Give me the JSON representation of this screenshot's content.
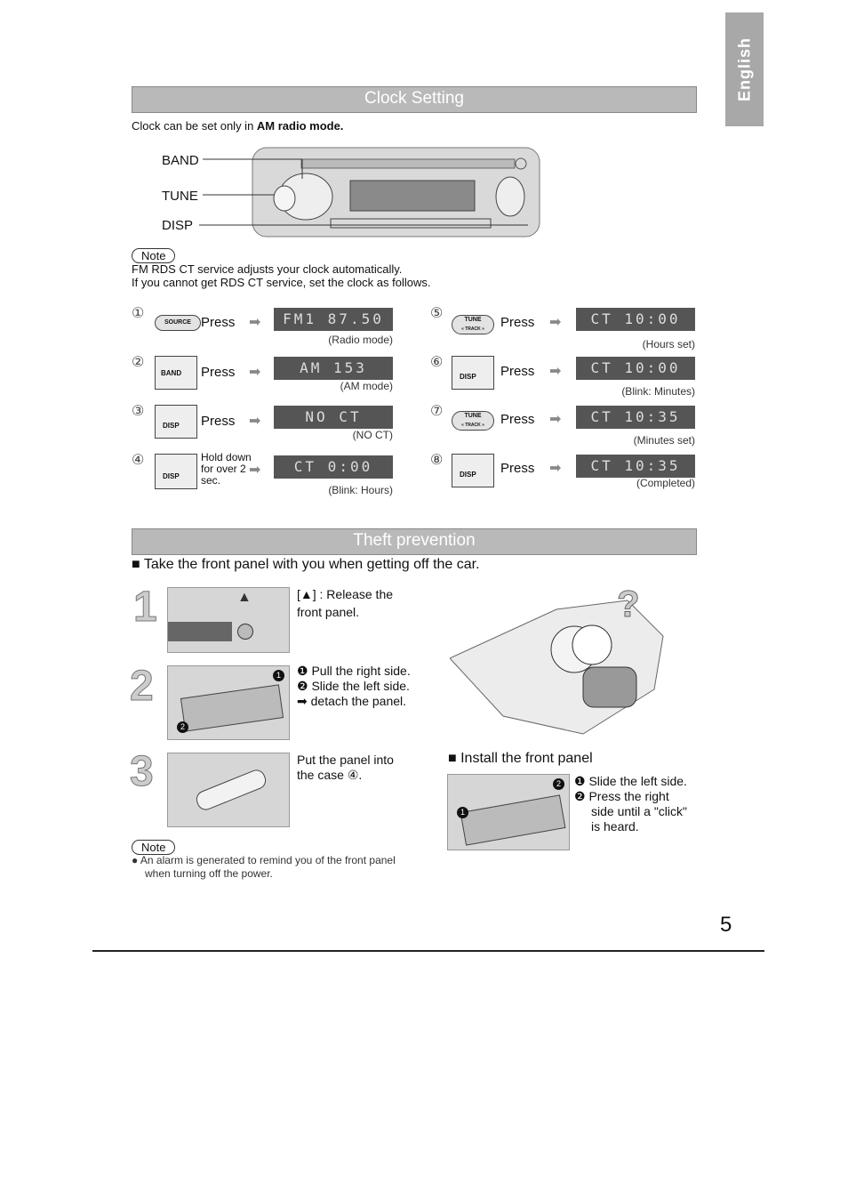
{
  "side_tab": "English",
  "clock": {
    "title": "Clock Setting",
    "intro_prefix": "Clock can be set only in ",
    "intro_bold": "AM radio mode.",
    "labels": {
      "band": "BAND",
      "tune": "TUNE",
      "disp": "DISP"
    },
    "note_label": "Note",
    "note_lines": [
      "FM RDS CT service adjusts your clock automatically.",
      "If you cannot get RDS CT service, set the clock as follows."
    ],
    "steps": [
      {
        "num": "①",
        "key": "SOURCE",
        "action": "Press",
        "lcd": "FM1 87.50",
        "caption": "(Radio mode)"
      },
      {
        "num": "②",
        "key": "BAND",
        "action": "Press",
        "lcd": "AM  153",
        "caption": "(AM mode)"
      },
      {
        "num": "③",
        "key": "DISP",
        "action": "Press",
        "lcd": "NO CT",
        "caption": "(NO CT)"
      },
      {
        "num": "④",
        "key": "DISP",
        "action_lines": [
          "Hold down",
          "for over 2",
          "sec."
        ],
        "lcd": "CT  0:00",
        "caption": "(Blink: Hours)"
      },
      {
        "num": "⑤",
        "key": "TUNE",
        "sub": "« TRACK »",
        "action": "Press",
        "lcd": "CT  10:00",
        "caption": "(Hours set)"
      },
      {
        "num": "⑥",
        "key": "DISP",
        "action": "Press",
        "lcd": "CT  10:00",
        "caption": "(Blink: Minutes)"
      },
      {
        "num": "⑦",
        "key": "TUNE",
        "sub": "« TRACK »",
        "action": "Press",
        "lcd": "CT  10:35",
        "caption": "(Minutes set)"
      },
      {
        "num": "⑧",
        "key": "DISP",
        "action": "Press",
        "lcd": "CT  10:35",
        "caption": "(Completed)"
      }
    ]
  },
  "theft": {
    "title": "Theft prevention",
    "headline": "Take the front panel with you when getting off the car.",
    "step1": {
      "num": "1",
      "lines": [
        "[▲] : Release the",
        "front panel."
      ]
    },
    "step2": {
      "num": "2",
      "lines": [
        "❶ Pull the right side.",
        "❷ Slide the left side.",
        "➡ detach the panel."
      ]
    },
    "step3": {
      "num": "3",
      "lines": [
        "Put the panel into",
        "the case ④."
      ]
    },
    "install_title": "Install the front panel",
    "install_lines": [
      "❶ Slide the left side.",
      "❷ Press the right",
      "side until a \"click\"",
      "is heard."
    ],
    "note_label": "Note",
    "note_lines": [
      "● An alarm is generated to remind you of the front panel",
      "when turning off the power."
    ]
  },
  "page_number": "5"
}
